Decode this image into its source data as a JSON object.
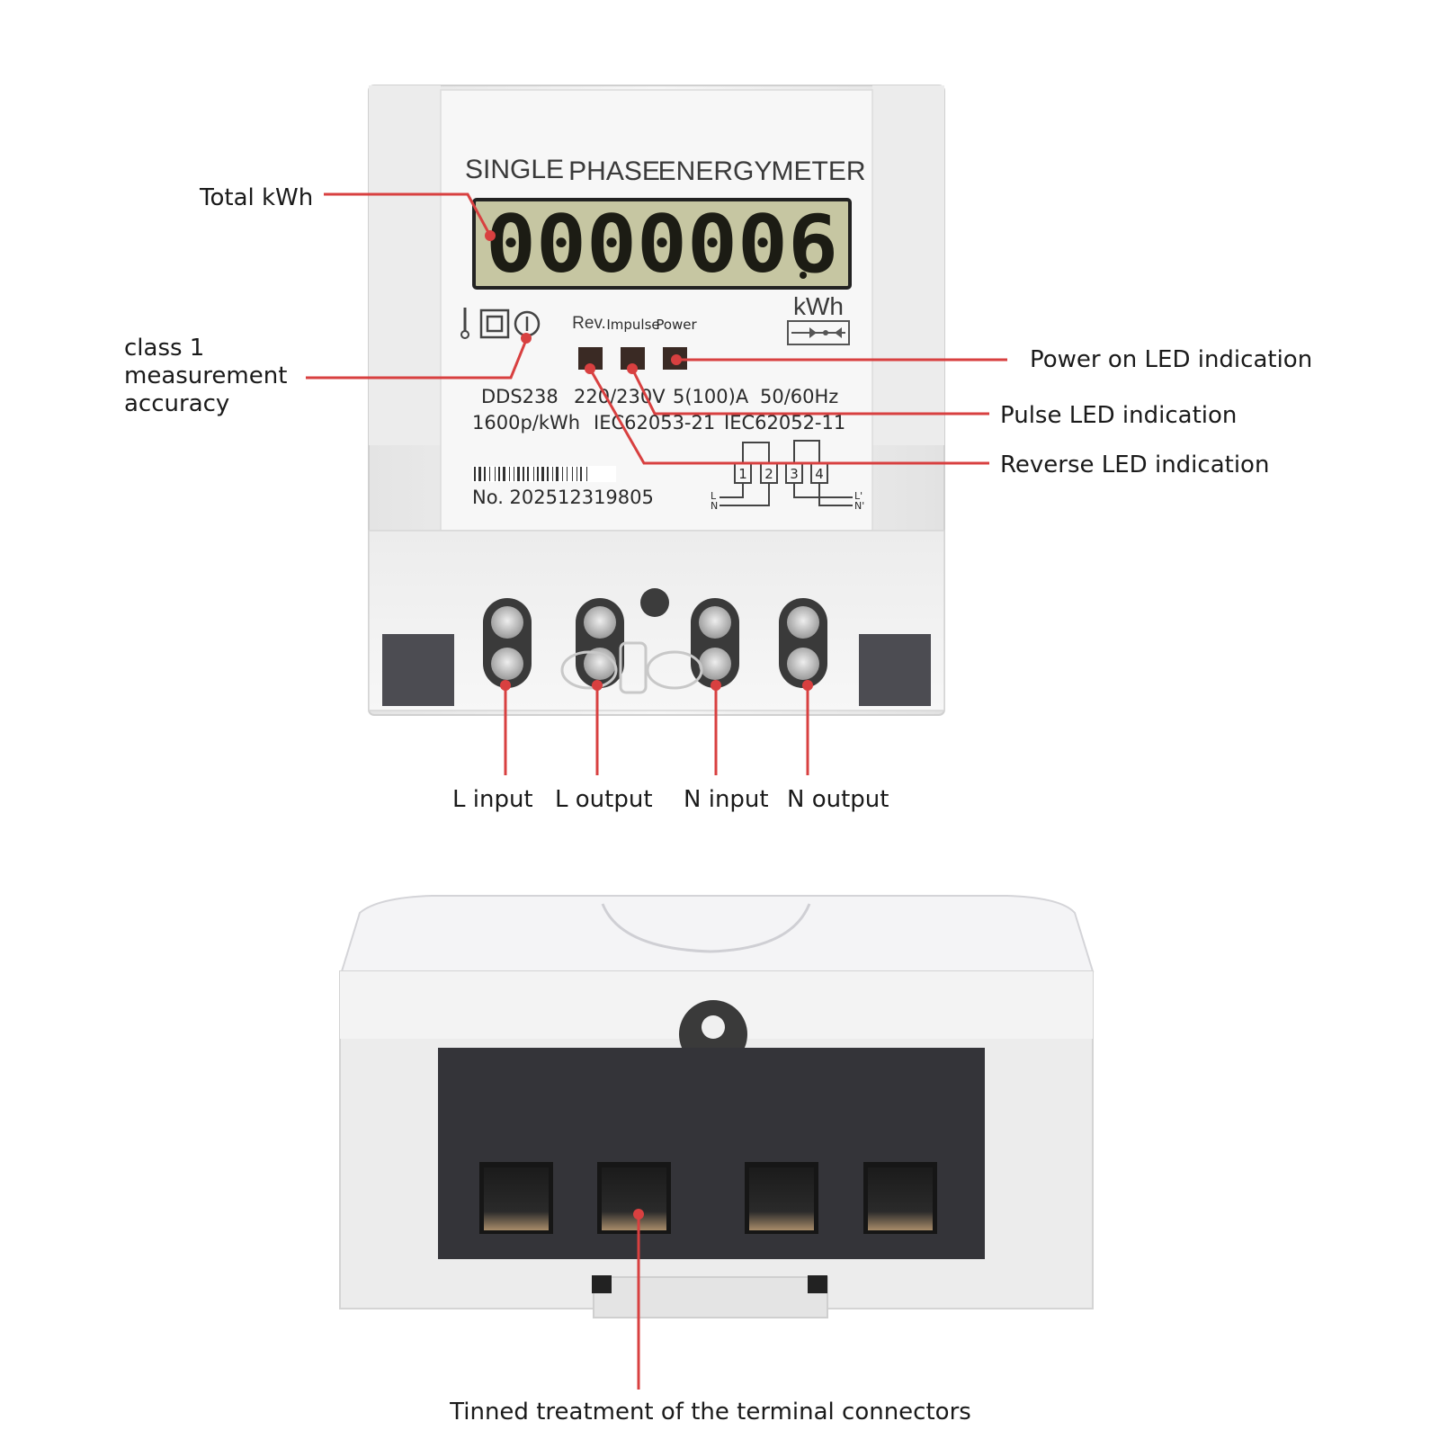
{
  "meter": {
    "title_words": [
      "SINGLE",
      "PHASE",
      "ENERGY",
      "METER"
    ],
    "display_reading": "0000006",
    "display_decimal": "6",
    "unit": "kWh",
    "led_labels": {
      "rev": "Rev.",
      "impulse": "Impulse",
      "power": "Power"
    },
    "spec_line1": [
      "DDS238",
      "220/230V",
      "5(100)A",
      "50/60Hz"
    ],
    "spec_line2": [
      "1600p/kWh",
      "IEC62053-21",
      "IEC62052-11"
    ],
    "serial": "No. 202512319805",
    "terminal_numbers": [
      "1",
      "2",
      "3",
      "4"
    ],
    "wiring_labels": {
      "l_in": "L",
      "n_in": "N",
      "l_out": "L'",
      "n_out": "N'"
    }
  },
  "callouts": {
    "total_kwh": "Total kWh",
    "class1": [
      "class 1",
      "measurement",
      "accuracy"
    ],
    "power_led": "Power on LED indication",
    "pulse_led": "Pulse LED indication",
    "reverse_led": "Reverse LED indication",
    "l_input": "L input",
    "l_output": "L output",
    "n_input": "N input",
    "n_output": "N output",
    "tinned": "Tinned treatment of the terminal connectors"
  },
  "colors": {
    "callout": "#d84040",
    "lcd_bg": "#c8c8a0",
    "led": "#3a2a24",
    "body": "#f1f1f1",
    "terminal_panel": "#343439"
  }
}
